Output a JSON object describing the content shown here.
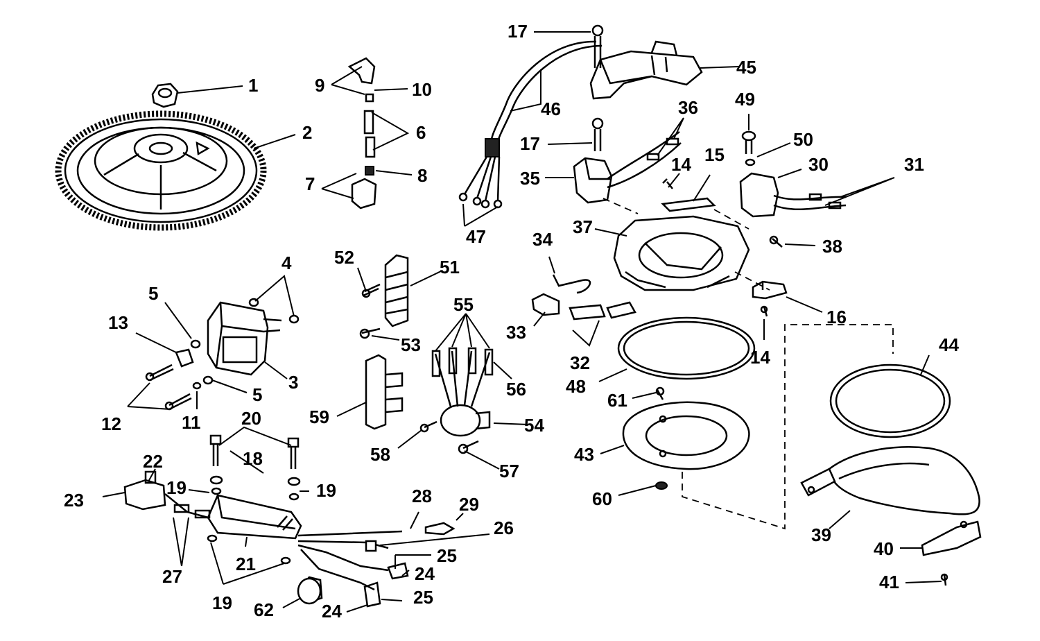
{
  "callouts": [
    {
      "id": "1",
      "text": "1"
    },
    {
      "id": "2",
      "text": "2"
    },
    {
      "id": "3",
      "text": "3"
    },
    {
      "id": "4",
      "text": "4"
    },
    {
      "id": "5a",
      "text": "5"
    },
    {
      "id": "5b",
      "text": "5"
    },
    {
      "id": "6",
      "text": "6"
    },
    {
      "id": "7",
      "text": "7"
    },
    {
      "id": "8",
      "text": "8"
    },
    {
      "id": "9",
      "text": "9"
    },
    {
      "id": "10",
      "text": "10"
    },
    {
      "id": "11",
      "text": "11"
    },
    {
      "id": "12",
      "text": "12"
    },
    {
      "id": "13",
      "text": "13"
    },
    {
      "id": "14a",
      "text": "14"
    },
    {
      "id": "14b",
      "text": "14"
    },
    {
      "id": "15",
      "text": "15"
    },
    {
      "id": "16",
      "text": "16"
    },
    {
      "id": "17a",
      "text": "17"
    },
    {
      "id": "17b",
      "text": "17"
    },
    {
      "id": "18",
      "text": "18"
    },
    {
      "id": "19a",
      "text": "19"
    },
    {
      "id": "19b",
      "text": "19"
    },
    {
      "id": "19c",
      "text": "19"
    },
    {
      "id": "20",
      "text": "20"
    },
    {
      "id": "21",
      "text": "21"
    },
    {
      "id": "22",
      "text": "22"
    },
    {
      "id": "23",
      "text": "23"
    },
    {
      "id": "24a",
      "text": "24"
    },
    {
      "id": "24b",
      "text": "24"
    },
    {
      "id": "25a",
      "text": "25"
    },
    {
      "id": "25b",
      "text": "25"
    },
    {
      "id": "26",
      "text": "26"
    },
    {
      "id": "27",
      "text": "27"
    },
    {
      "id": "28",
      "text": "28"
    },
    {
      "id": "29",
      "text": "29"
    },
    {
      "id": "30",
      "text": "30"
    },
    {
      "id": "31",
      "text": "31"
    },
    {
      "id": "32",
      "text": "32"
    },
    {
      "id": "33",
      "text": "33"
    },
    {
      "id": "34",
      "text": "34"
    },
    {
      "id": "35",
      "text": "35"
    },
    {
      "id": "36",
      "text": "36"
    },
    {
      "id": "37",
      "text": "37"
    },
    {
      "id": "38",
      "text": "38"
    },
    {
      "id": "39",
      "text": "39"
    },
    {
      "id": "40",
      "text": "40"
    },
    {
      "id": "41",
      "text": "41"
    },
    {
      "id": "43",
      "text": "43"
    },
    {
      "id": "44",
      "text": "44"
    },
    {
      "id": "45",
      "text": "45"
    },
    {
      "id": "46",
      "text": "46"
    },
    {
      "id": "47",
      "text": "47"
    },
    {
      "id": "48",
      "text": "48"
    },
    {
      "id": "49",
      "text": "49"
    },
    {
      "id": "50",
      "text": "50"
    },
    {
      "id": "51",
      "text": "51"
    },
    {
      "id": "52",
      "text": "52"
    },
    {
      "id": "53",
      "text": "53"
    },
    {
      "id": "54",
      "text": "54"
    },
    {
      "id": "55",
      "text": "55"
    },
    {
      "id": "56",
      "text": "56"
    },
    {
      "id": "57",
      "text": "57"
    },
    {
      "id": "58",
      "text": "58"
    },
    {
      "id": "59",
      "text": "59"
    },
    {
      "id": "60",
      "text": "60"
    },
    {
      "id": "61",
      "text": "61"
    },
    {
      "id": "62",
      "text": "62"
    }
  ]
}
